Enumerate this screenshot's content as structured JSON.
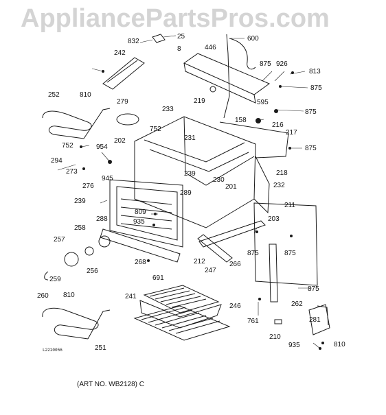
{
  "watermark": "AppliancePartsPros.com",
  "art_number": "(ART NO. WB2128) C",
  "drawing_code": "L2210056",
  "callouts": [
    "25",
    "832",
    "600",
    "242",
    "8",
    "446",
    "875",
    "926",
    "813",
    "875",
    "595",
    "252",
    "810",
    "279",
    "233",
    "219",
    "875",
    "752",
    "158",
    "216",
    "217",
    "954",
    "202",
    "231",
    "875",
    "752",
    "294",
    "273",
    "218",
    "945",
    "276",
    "239",
    "230",
    "201",
    "232",
    "289",
    "239",
    "809",
    "211",
    "288",
    "935",
    "203",
    "258",
    "257",
    "268",
    "212",
    "266",
    "875",
    "875",
    "256",
    "691",
    "247",
    "259",
    "260",
    "810",
    "241",
    "246",
    "875",
    "262",
    "281",
    "761",
    "210",
    "251",
    "935",
    "810"
  ]
}
